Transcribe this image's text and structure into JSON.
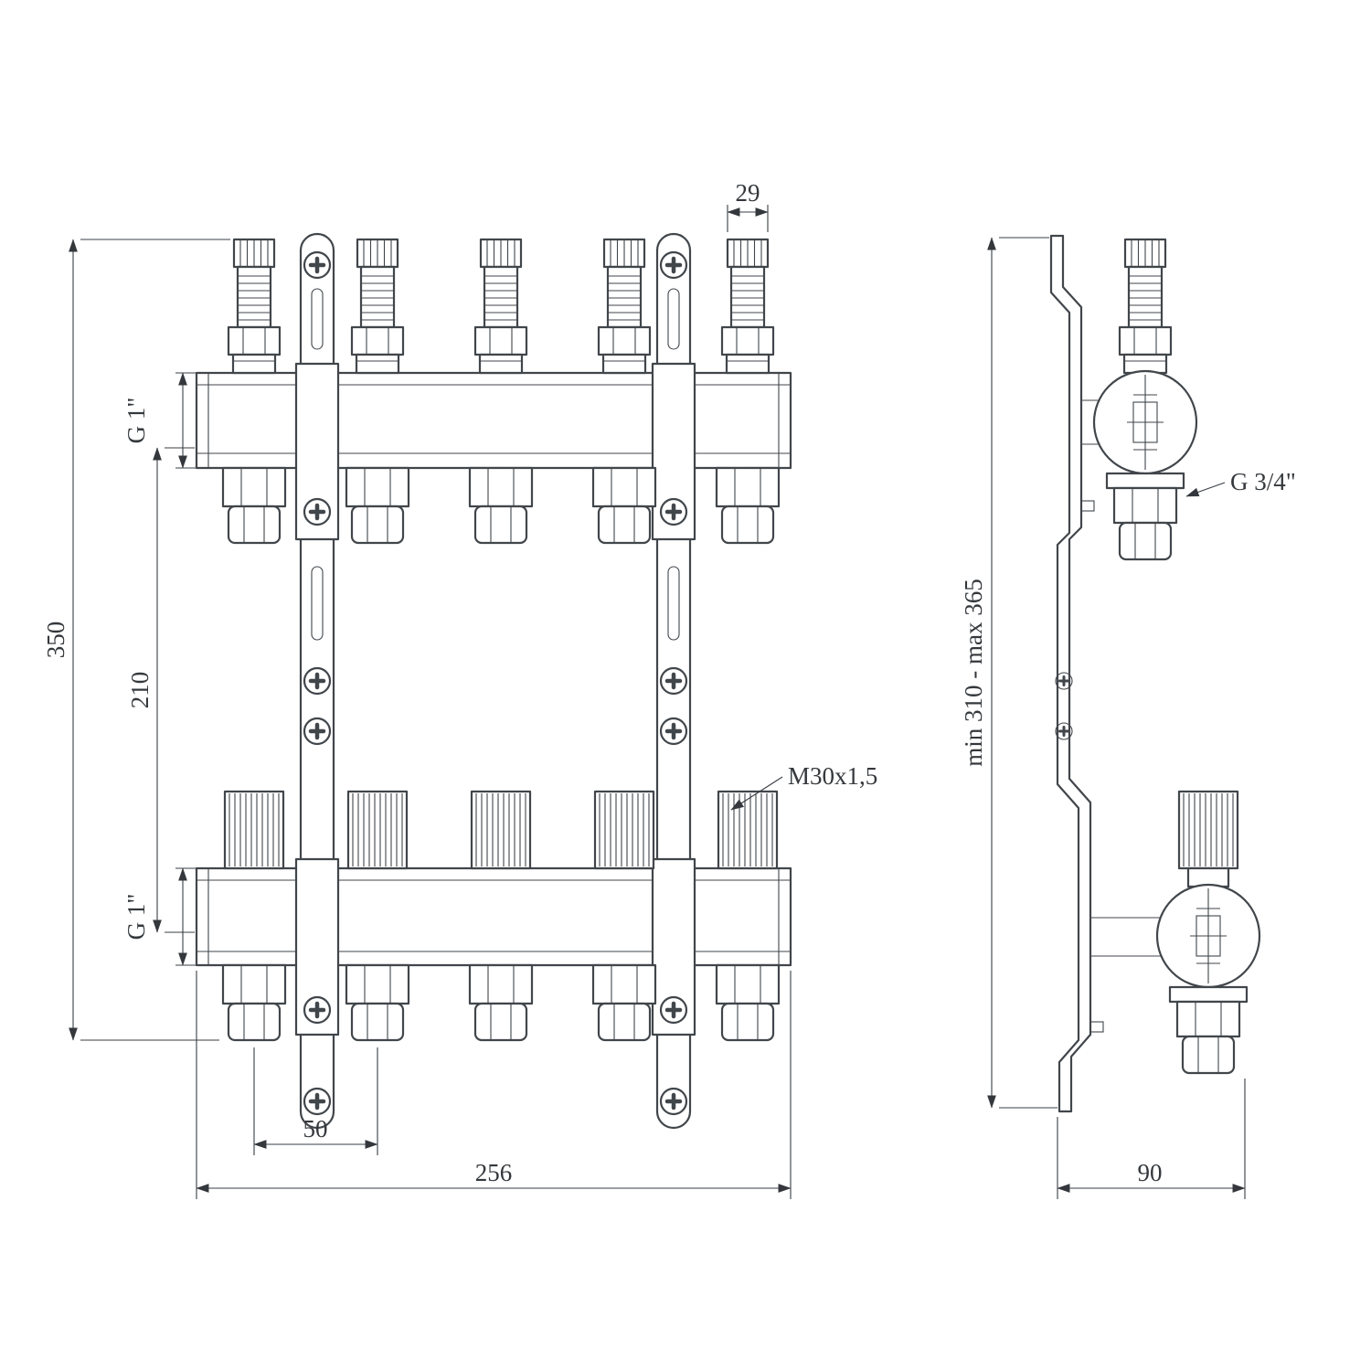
{
  "front_view": {
    "dim_cap_width": "29",
    "dim_overall_height": "350",
    "dim_axis_height": "210",
    "supply_port_label": "G 1\"",
    "return_port_label": "G 1\"",
    "dim_outlet_pitch": "50",
    "dim_overall_width": "256",
    "valve_thread_label": "M30x1,5"
  },
  "side_view": {
    "outlet_port_label": "G 3/4\"",
    "dim_bracket_height": "min 310 - max 365",
    "dim_depth": "90"
  },
  "colors": {
    "line": "#41464b",
    "background": "#ffffff"
  }
}
